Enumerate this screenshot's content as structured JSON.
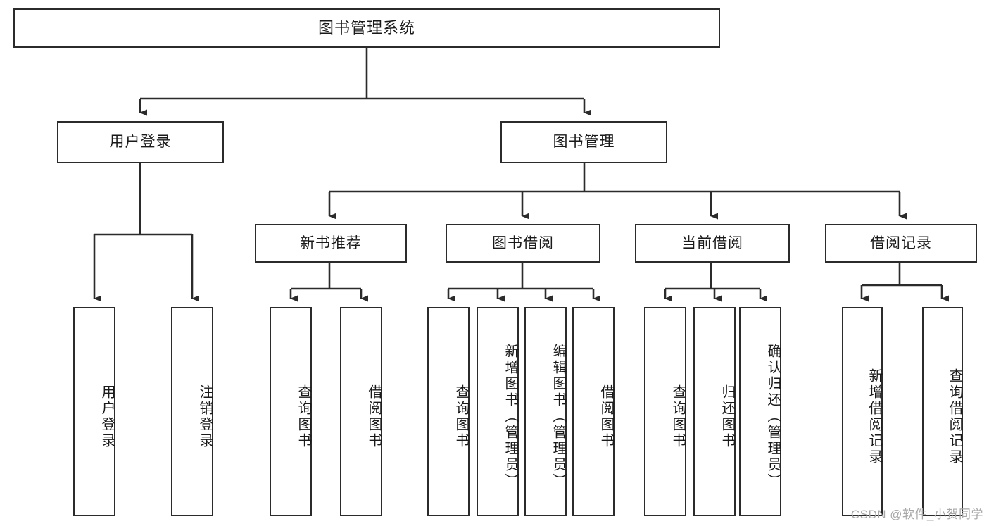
{
  "diagram": {
    "title": "图书管理系统",
    "type": "tree",
    "watermark": "CSDN @软件_小贺同学",
    "line_color": "#2b2b2b",
    "box_fill": "#ffffff",
    "text_color": "#1a1a1a"
  },
  "nodes": {
    "root": {
      "label": "图书管理系统",
      "level": 1
    },
    "l2": [
      {
        "id": "user-login",
        "label": "用户登录",
        "level": 2
      },
      {
        "id": "book-manage",
        "label": "图书管理",
        "level": 2
      }
    ],
    "l3": [
      {
        "id": "new-book-recommend",
        "label": "新书推荐",
        "level": 3,
        "parent": "book-manage"
      },
      {
        "id": "book-borrow",
        "label": "图书借阅",
        "level": 3,
        "parent": "book-manage"
      },
      {
        "id": "current-borrow",
        "label": "当前借阅",
        "level": 3,
        "parent": "book-manage"
      },
      {
        "id": "borrow-record",
        "label": "借阅记录",
        "level": 3,
        "parent": "book-manage"
      }
    ],
    "leaves": [
      {
        "id": "leaf-user-login",
        "label": "用户登录",
        "parent": "user-login"
      },
      {
        "id": "leaf-logout",
        "label": "注销登录",
        "parent": "user-login"
      },
      {
        "id": "leaf-query-book-1",
        "label": "查询图书",
        "parent": "new-book-recommend"
      },
      {
        "id": "leaf-borrow-book-1",
        "label": "借阅图书",
        "parent": "new-book-recommend"
      },
      {
        "id": "leaf-query-book-2",
        "label": "查询图书",
        "parent": "book-borrow"
      },
      {
        "id": "leaf-add-book",
        "label": "新增图书（管理员）",
        "parent": "book-borrow"
      },
      {
        "id": "leaf-edit-book",
        "label": "编辑图书（管理员）",
        "parent": "book-borrow"
      },
      {
        "id": "leaf-borrow-book-2",
        "label": "借阅图书",
        "parent": "book-borrow"
      },
      {
        "id": "leaf-query-book-3",
        "label": "查询图书",
        "parent": "current-borrow"
      },
      {
        "id": "leaf-return-book",
        "label": "归还图书",
        "parent": "current-borrow"
      },
      {
        "id": "leaf-confirm-return",
        "label": "确认归还（管理员）",
        "parent": "current-borrow"
      },
      {
        "id": "leaf-add-record",
        "label": "新增借阅记录",
        "parent": "borrow-record"
      },
      {
        "id": "leaf-query-record",
        "label": "查询借阅记录",
        "parent": "borrow-record"
      }
    ]
  }
}
